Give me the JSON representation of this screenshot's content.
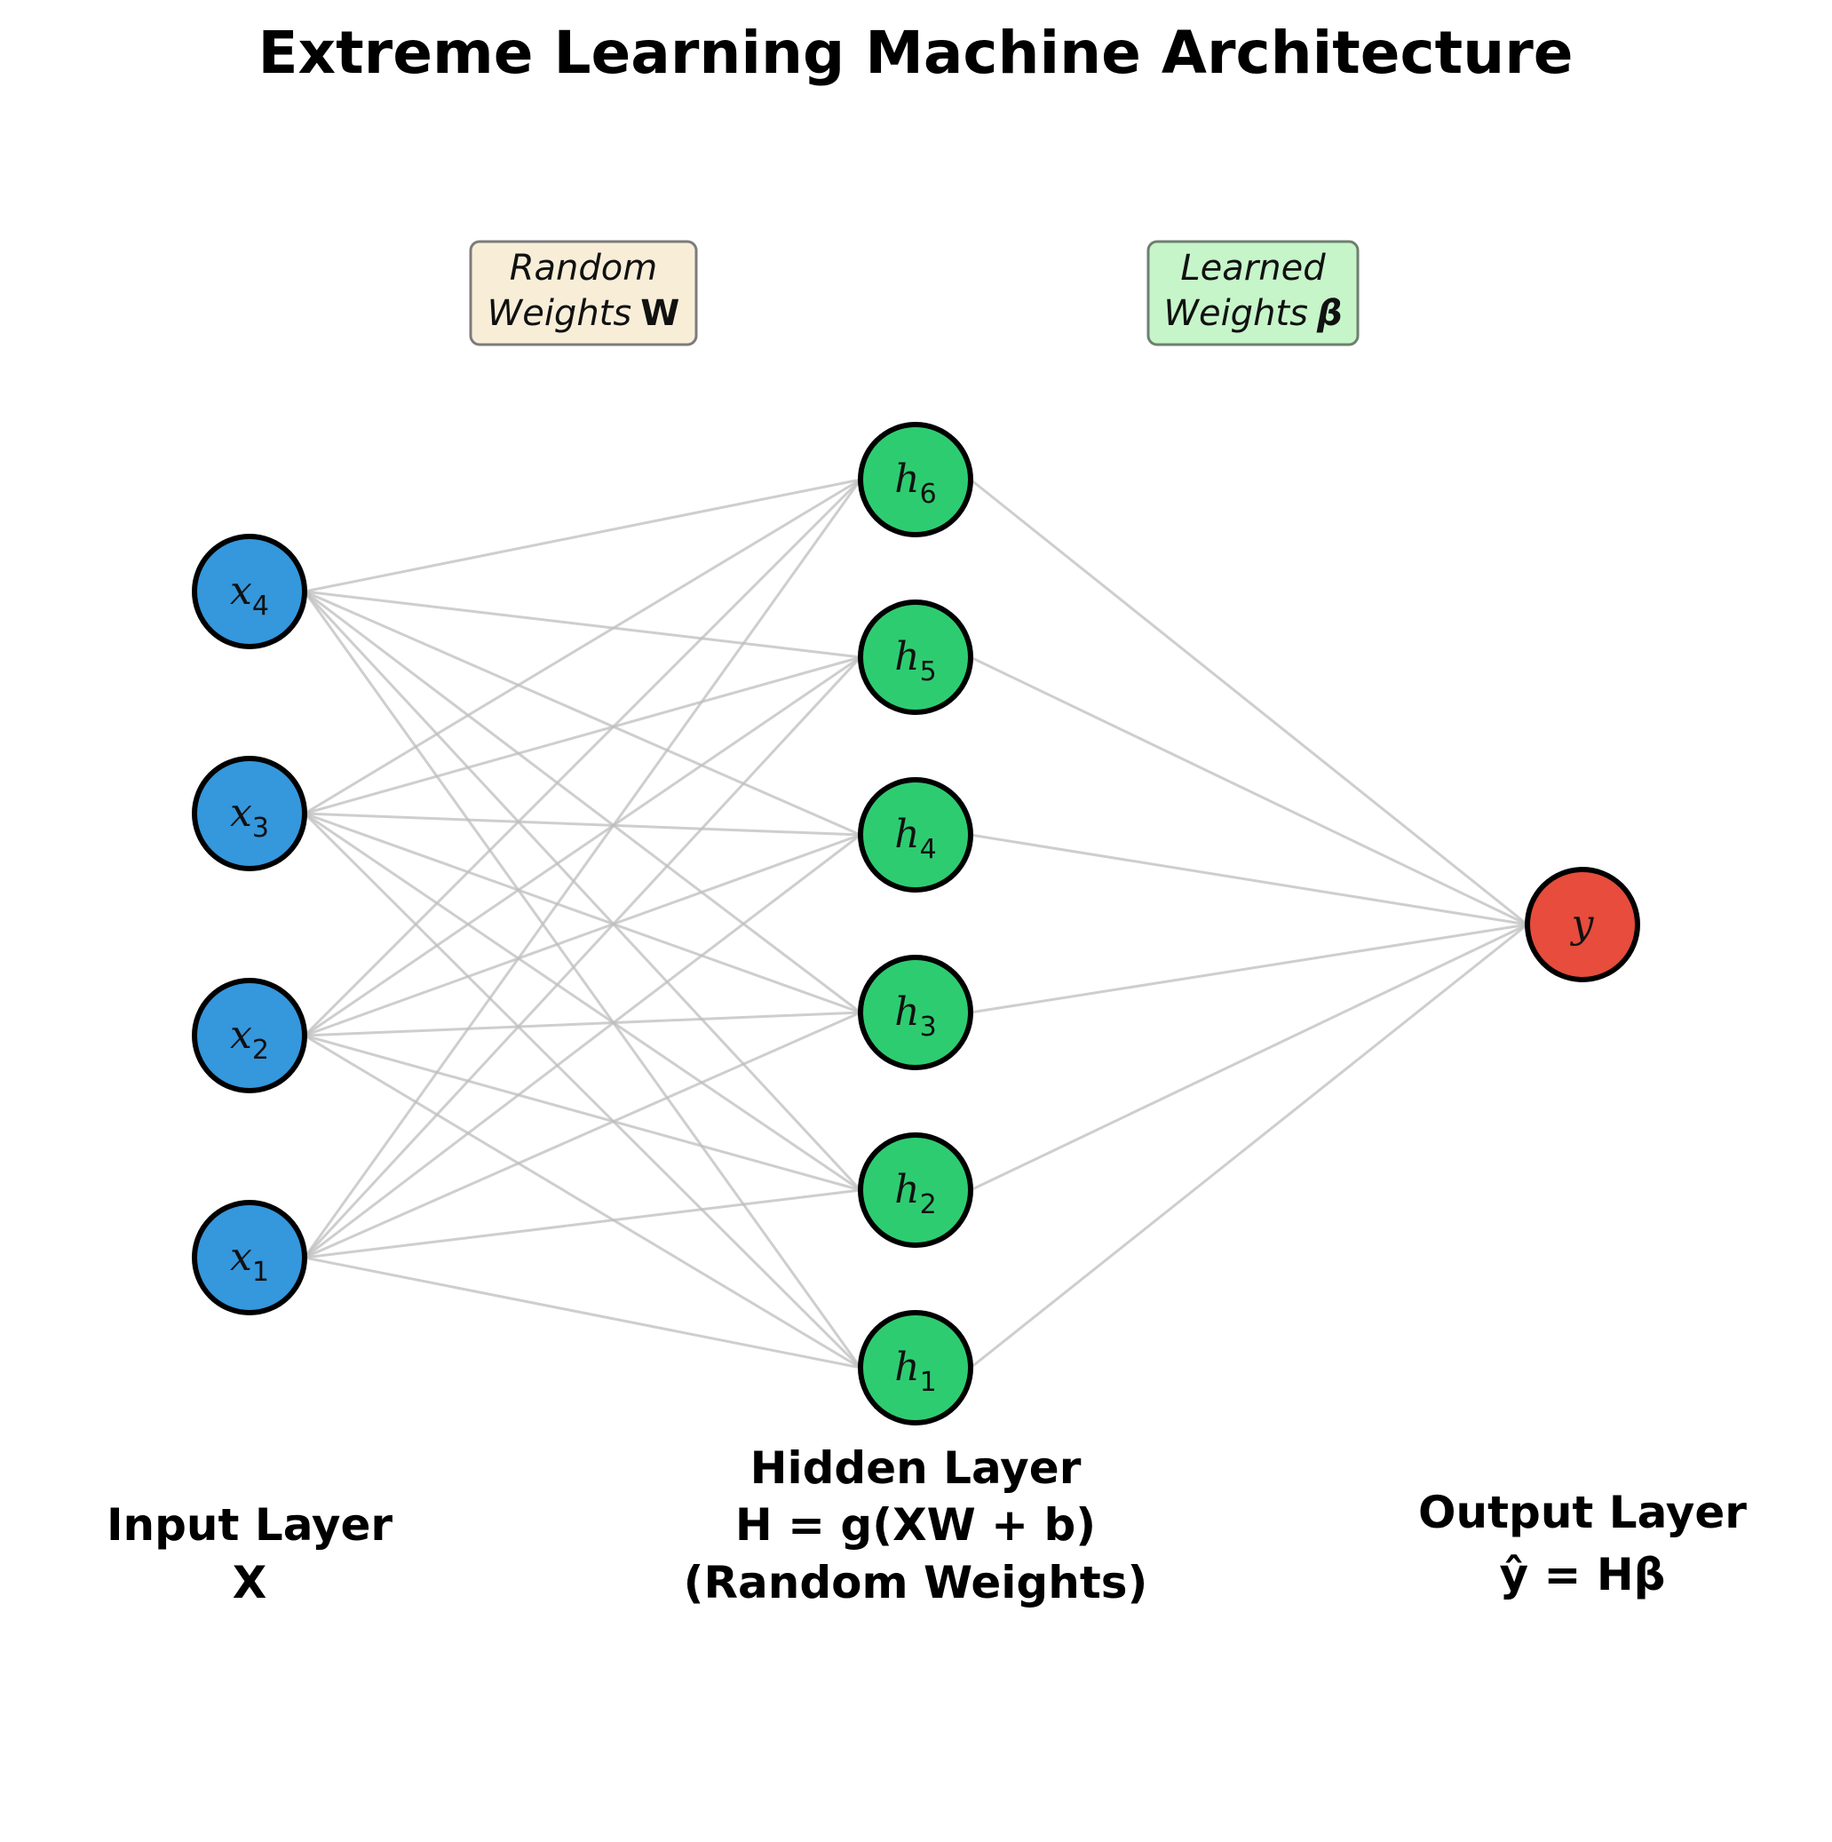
{
  "title": "Extreme Learning Machine Architecture",
  "weight_boxes": [
    {
      "line1": "Random",
      "line2": "Weights",
      "symbol": "W",
      "fill": "#f8eed8",
      "stroke": "#7b7b7b"
    },
    {
      "line1": "Learned",
      "line2": "Weights",
      "symbol": "β",
      "fill": "#c6f5c9",
      "stroke": "#6f7f6f"
    }
  ],
  "input_layer": {
    "color": "#3597dc",
    "nodes": [
      {
        "base": "x",
        "sub": "4"
      },
      {
        "base": "x",
        "sub": "3"
      },
      {
        "base": "x",
        "sub": "2"
      },
      {
        "base": "x",
        "sub": "1"
      }
    ]
  },
  "hidden_layer": {
    "color": "#2ecc71",
    "nodes": [
      {
        "base": "h",
        "sub": "6"
      },
      {
        "base": "h",
        "sub": "5"
      },
      {
        "base": "h",
        "sub": "4"
      },
      {
        "base": "h",
        "sub": "3"
      },
      {
        "base": "h",
        "sub": "2"
      },
      {
        "base": "h",
        "sub": "1"
      }
    ]
  },
  "output_layer": {
    "color": "#e74c3c",
    "nodes": [
      {
        "base": "y",
        "sub": ""
      }
    ]
  },
  "layer_labels": {
    "input": [
      "Input Layer",
      "X"
    ],
    "hidden": [
      "Hidden Layer",
      "H = g(XW + b)",
      "(Random Weights)"
    ],
    "output": [
      "Output Layer",
      "ŷ = Hβ"
    ]
  }
}
